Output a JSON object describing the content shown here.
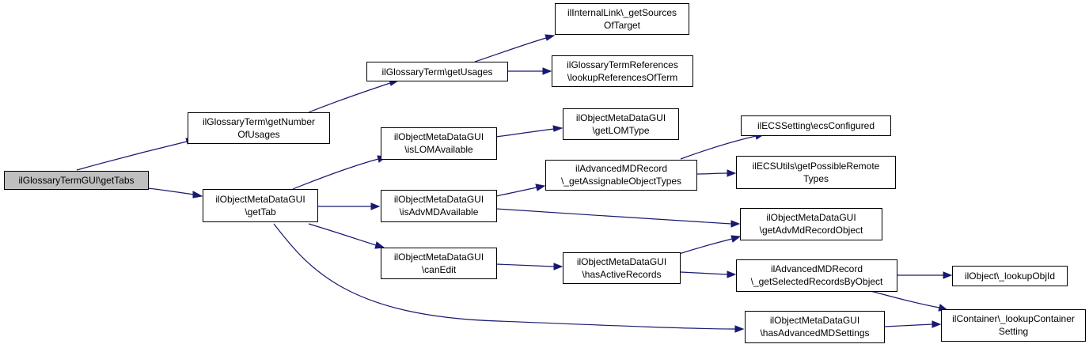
{
  "colors": {
    "edge": "#191970",
    "root_fill": "#bfbfbf",
    "node_fill": "#ffffff",
    "border": "#000000"
  },
  "nodes": {
    "root": [
      "ilGlossaryTermGUI\\getTabs"
    ],
    "getNumberOfUsages": [
      "ilGlossaryTerm\\getNumber",
      "OfUsages"
    ],
    "getTab": [
      "ilObjectMetaDataGUI",
      "\\getTab"
    ],
    "getUsages": [
      "ilGlossaryTerm\\getUsages"
    ],
    "getSourcesOfTarget": [
      "ilInternalLink\\_getSources",
      "OfTarget"
    ],
    "lookupReferencesOfTerm": [
      "ilGlossaryTermReferences",
      "\\lookupReferencesOfTerm"
    ],
    "isLOMAvailable": [
      "ilObjectMetaDataGUI",
      "\\isLOMAvailable"
    ],
    "getLOMType": [
      "ilObjectMetaDataGUI",
      "\\getLOMType"
    ],
    "isAdvMDAvailable": [
      "ilObjectMetaDataGUI",
      "\\isAdvMDAvailable"
    ],
    "getAssignableObjectTypes": [
      "ilAdvancedMDRecord",
      "\\_getAssignableObjectTypes"
    ],
    "ecsConfigured": [
      "ilECSSetting\\ecsConfigured"
    ],
    "getPossibleRemoteTypes": [
      "ilECSUtils\\getPossibleRemote",
      "Types"
    ],
    "getAdvMdRecordObject": [
      "ilObjectMetaDataGUI",
      "\\getAdvMdRecordObject"
    ],
    "canEdit": [
      "ilObjectMetaDataGUI",
      "\\canEdit"
    ],
    "hasActiveRecords": [
      "ilObjectMetaDataGUI",
      "\\hasActiveRecords"
    ],
    "getSelectedRecordsByObject": [
      "ilAdvancedMDRecord",
      "\\_getSelectedRecordsByObject"
    ],
    "lookupObjId": [
      "ilObject\\_lookupObjId"
    ],
    "lookupContainerSetting": [
      "ilContainer\\_lookupContainer",
      "Setting"
    ],
    "hasAdvancedMDSettings": [
      "ilObjectMetaDataGUI",
      "\\hasAdvancedMDSettings"
    ]
  }
}
